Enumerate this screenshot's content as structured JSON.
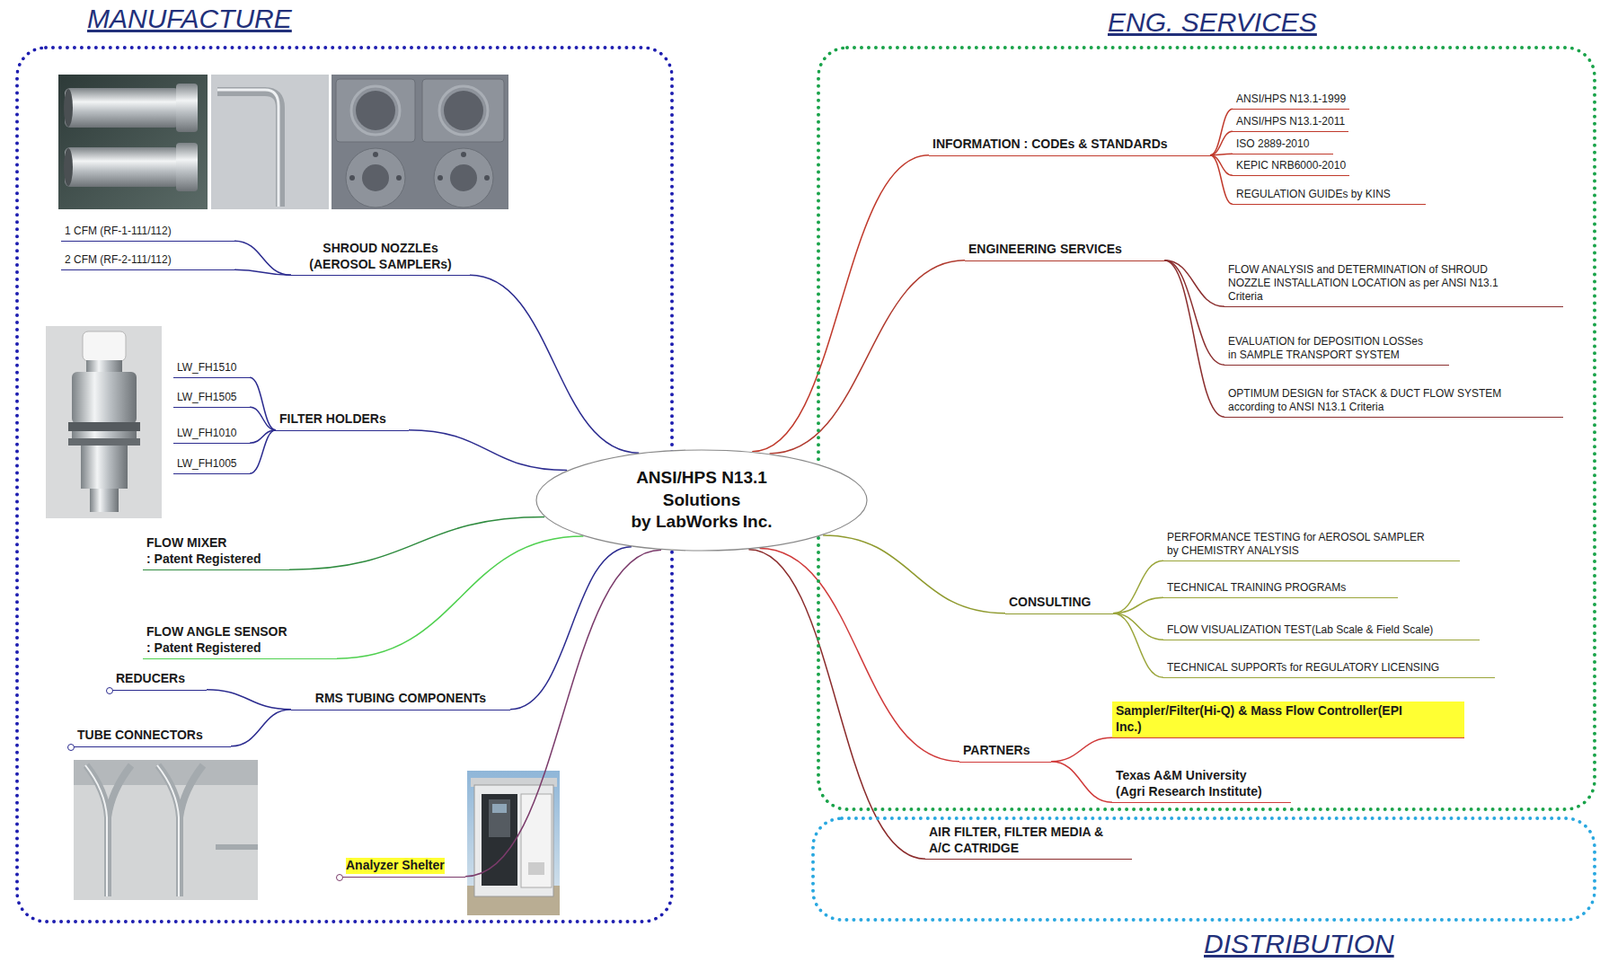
{
  "diagram": {
    "nodes": [
      {
        "text": [
          "MANUFACTURE"
        ]
      },
      {
        "text": [
          "SHROUD NOZZLEs (AEROSOL SAMPLERs)"
        ],
        "in": 0
      },
      {
        "text": [
          "1 CFM (RF-1-111/112)"
        ],
        "in": 0
      },
      {
        "text": [
          "2 CFM (RF-2-111/112)"
        ],
        "in": 0
      },
      {
        "text": [
          "FILTER HOLDERs"
        ],
        "in": 0
      },
      {
        "text": [
          "LW_FH1510"
        ],
        "in": 0
      },
      {
        "text": [
          "LW_FH1505"
        ],
        "in": 0
      },
      {
        "text": [
          "LW_FH1010"
        ],
        "in": 0
      },
      {
        "text": [
          "LW_FH1005"
        ],
        "in": 0
      },
      {
        "text": [
          "FLOW MIXER",
          ": Patent Registered"
        ],
        "in": 0
      },
      {
        "text": [
          "FLOW ANGLE SENSOR",
          ": Patent Registered"
        ],
        "in": 0
      },
      {
        "text": [
          "RMS TUBING COMPONENTs"
        ],
        "in": 0
      },
      {
        "text": [
          "REDUCERs"
        ],
        "in": 0
      },
      {
        "text": [
          "TUBE CONNECTORs"
        ],
        "in": 0
      },
      {
        "text": [
          "Analyzer Shelter"
        ],
        "in": 0
      },
      {
        "text": [
          "ANSI/HPS N13.1",
          "Solutions",
          "by LabWorks Inc."
        ]
      },
      {
        "text": [
          "ENG. SERVICES"
        ]
      },
      {
        "text": [
          "INFORMATION : CODEs & STANDARDs"
        ],
        "in": 16
      },
      {
        "text": [
          "ANSI/HPS N13.1-1999"
        ],
        "in": 16
      },
      {
        "text": [
          "ANSI/HPS N13.1-2011"
        ],
        "in": 16
      },
      {
        "text": [
          "ISO 2889-2010"
        ],
        "in": 16
      },
      {
        "text": [
          "KEPIC NRB6000-2010"
        ],
        "in": 16
      },
      {
        "text": [
          "REGULATION GUIDEs by KINS"
        ],
        "in": 16
      },
      {
        "text": [
          "ENGINEERING SERVICEs"
        ],
        "in": 16
      },
      {
        "text": [
          "FLOW ANALYSIS and DETERMINATION of SHROUD NOZZLE INSTALLATION LOCATION as per ANSI N13.1 Criteria"
        ],
        "in": 16
      },
      {
        "text": [
          "EVALUATION for DEPOSITION LOSSes in SAMPLE TRANSPORT SYSTEM"
        ],
        "in": 16
      },
      {
        "text": [
          "OPTIMUM DESIGN for STACK & DUCT FLOW SYSTEM according to ANSI N13.1 Criteria"
        ],
        "in": 16
      },
      {
        "text": [
          "CONSULTING"
        ],
        "in": 16
      },
      {
        "text": [
          "PERFORMANCE TESTING for AEROSOL SAMPLER by CHEMISTRY ANALYSIS"
        ],
        "in": 16
      },
      {
        "text": [
          "TECHNICAL TRAINING PROGRAMs"
        ],
        "in": 16
      },
      {
        "text": [
          "FLOW VISUALIZATION TEST(Lab Scale & Field Scale)"
        ],
        "in": 16
      },
      {
        "text": [
          "TECHNICAL SUPPORTs for REGULATORY LICENSING"
        ],
        "in": 16
      },
      {
        "text": [
          "PARTNERs"
        ],
        "in": 16
      },
      {
        "text": [
          "Sampler/Filter(Hi-Q) & Mass Flow Controller(EPI Inc.)"
        ],
        "in": 16
      },
      {
        "text": [
          "Texas A&M University (Agri Research Institute)"
        ],
        "in": 16
      },
      {
        "text": [
          "DISTRIBUTION"
        ]
      },
      {
        "text": [
          "AIR FILTER, FILTER MEDIA & A/C CATRIDGE"
        ],
        "in": 35
      }
    ],
    "edges": [
      {
        "from": 15,
        "to": 1,
        "arrow": "none"
      },
      {
        "from": 15,
        "to": 4,
        "arrow": "none"
      },
      {
        "from": 15,
        "to": 9,
        "arrow": "none"
      },
      {
        "from": 15,
        "to": 10,
        "arrow": "none"
      },
      {
        "from": 15,
        "to": 11,
        "arrow": "none"
      },
      {
        "from": 15,
        "to": 14,
        "arrow": "none"
      },
      {
        "from": 15,
        "to": 17,
        "arrow": "none"
      },
      {
        "from": 15,
        "to": 23,
        "arrow": "none"
      },
      {
        "from": 15,
        "to": 27,
        "arrow": "none"
      },
      {
        "from": 15,
        "to": 32,
        "arrow": "none"
      },
      {
        "from": 15,
        "to": 36,
        "arrow": "none"
      },
      {
        "from": 1,
        "to": 2,
        "arrow": "none"
      },
      {
        "from": 1,
        "to": 3,
        "arrow": "none"
      },
      {
        "from": 4,
        "to": 5,
        "arrow": "none"
      },
      {
        "from": 4,
        "to": 6,
        "arrow": "none"
      },
      {
        "from": 4,
        "to": 7,
        "arrow": "none"
      },
      {
        "from": 4,
        "to": 8,
        "arrow": "none"
      },
      {
        "from": 11,
        "to": 12,
        "arrow": "none"
      },
      {
        "from": 11,
        "to": 13,
        "arrow": "none"
      },
      {
        "from": 17,
        "to": 18,
        "arrow": "none"
      },
      {
        "from": 17,
        "to": 19,
        "arrow": "none"
      },
      {
        "from": 17,
        "to": 20,
        "arrow": "none"
      },
      {
        "from": 17,
        "to": 21,
        "arrow": "none"
      },
      {
        "from": 17,
        "to": 22,
        "arrow": "none"
      },
      {
        "from": 23,
        "to": 24,
        "arrow": "none"
      },
      {
        "from": 23,
        "to": 25,
        "arrow": "none"
      },
      {
        "from": 23,
        "to": 26,
        "arrow": "none"
      },
      {
        "from": 27,
        "to": 28,
        "arrow": "none"
      },
      {
        "from": 27,
        "to": 29,
        "arrow": "none"
      },
      {
        "from": 27,
        "to": 30,
        "arrow": "none"
      },
      {
        "from": 27,
        "to": 31,
        "arrow": "none"
      },
      {
        "from": 32,
        "to": 33,
        "arrow": "none"
      },
      {
        "from": 32,
        "to": 34,
        "arrow": "none"
      }
    ]
  }
}
